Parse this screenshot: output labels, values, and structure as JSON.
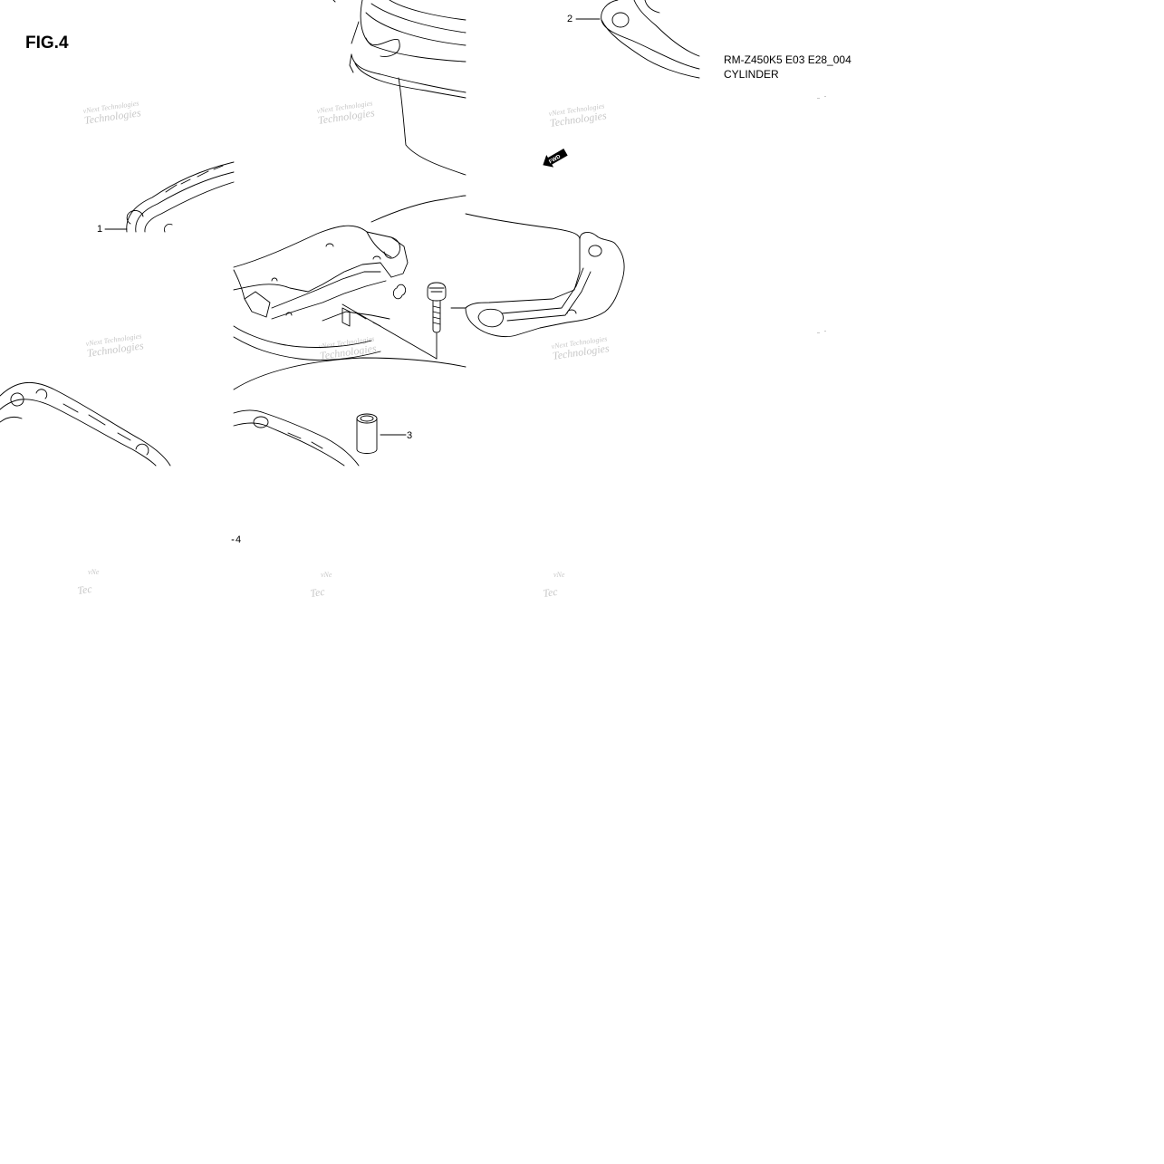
{
  "figure": {
    "label": "FIG.4",
    "code": "RM-Z450K5 E03 E28_004",
    "name": "CYLINDER"
  },
  "callouts": [
    "1",
    "2",
    "3",
    "4"
  ],
  "direction_marker": "FWD",
  "watermark": {
    "line1": "vNext Technologies",
    "line2": "Technologies"
  },
  "colors": {
    "line": "#000000",
    "watermark": "#c8c8c8"
  }
}
